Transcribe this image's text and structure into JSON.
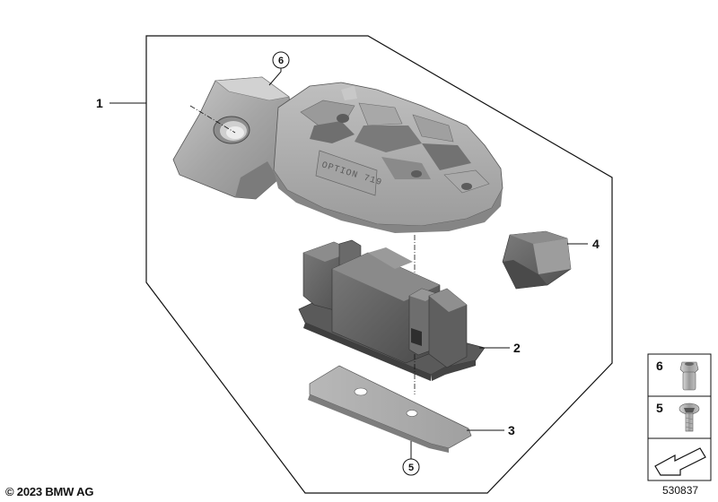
{
  "callouts": {
    "part_1": "1",
    "part_2": "2",
    "part_3": "3",
    "part_4": "4",
    "part_5": "5",
    "part_6": "6"
  },
  "legend": {
    "item_6": "6",
    "item_5": "5"
  },
  "engraving": "OPTION 719",
  "copyright": "© 2023 BMW AG",
  "diagram_id": "530837",
  "colors": {
    "line": "#111111",
    "part_light": "#b9b9b9",
    "part_mid": "#8e8e8e",
    "part_dark": "#5d5d5d",
    "part_shadow": "#3f3f3f"
  }
}
